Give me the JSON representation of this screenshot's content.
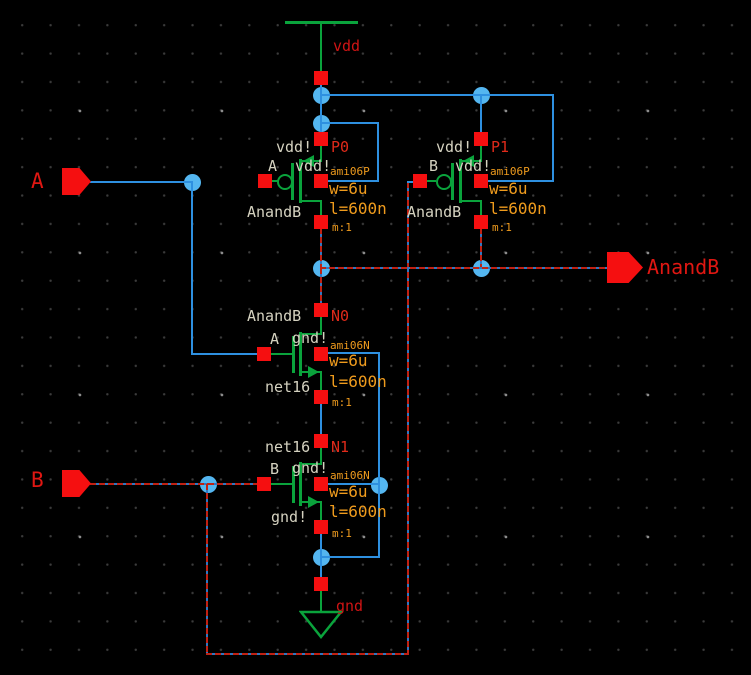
{
  "canvas": {
    "kind": "cmos-nand-schematic"
  },
  "colors": {
    "background": "#000000",
    "wire_blue": "#2e90e0",
    "selected_wire_red": "#c02113",
    "device_green": "#0aa33c",
    "pin_red": "#f50f10",
    "net_label": "#d5d2c0",
    "param_orange": "#ef9b1d",
    "instance_red": "#e02a1a",
    "junction_dot": "#54b6f0"
  },
  "ports": {
    "a": {
      "label": "A"
    },
    "b": {
      "label": "B"
    },
    "out": {
      "label": "AnandB"
    },
    "vdd": {
      "label": "vdd"
    },
    "gnd": {
      "label": "gnd"
    }
  },
  "devices": {
    "p0": {
      "name": "P0",
      "model": "ami06P",
      "width": "w=6u",
      "length": "l=600n",
      "mult": "m:1",
      "source_net": "vdd!",
      "gate_net": "A",
      "bulk_net": "vdd!",
      "drain_net": "AnandB"
    },
    "p1": {
      "name": "P1",
      "model": "ami06P",
      "width": "w=6u",
      "length": "l=600n",
      "mult": "m:1",
      "source_net": "vdd!",
      "gate_net": "B",
      "bulk_net": "vdd!",
      "drain_net": "AnandB"
    },
    "n0": {
      "name": "N0",
      "model": "ami06N",
      "width": "w=6u",
      "length": "l=600n",
      "mult": "m:1",
      "drain_net": "AnandB",
      "gate_net": "A",
      "bulk_net": "gnd!",
      "source_net": "net16"
    },
    "n1": {
      "name": "N1",
      "model": "ami06N",
      "width": "w=6u",
      "length": "l=600n",
      "mult": "m:1",
      "drain_net": "net16",
      "gate_net": "B",
      "bulk_net": "gnd!",
      "source_net": "gnd!"
    }
  }
}
